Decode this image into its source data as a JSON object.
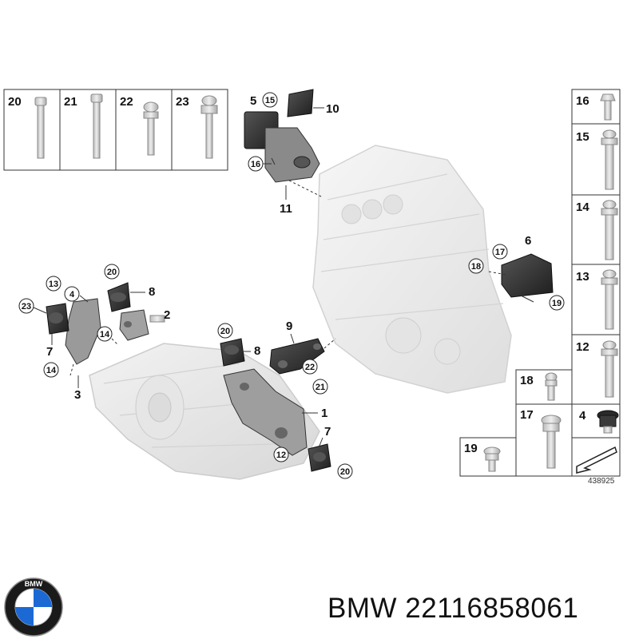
{
  "caption": "BMW 22116858061",
  "reference_code": "438925",
  "logo": {
    "letters": "BMW",
    "colors": {
      "blue": "#1c69d4",
      "ring": "#1a1a1a",
      "white": "#ffffff"
    }
  },
  "top_bolt_labels": [
    "20",
    "21",
    "22",
    "23"
  ],
  "right_bolt_labels": [
    "16",
    "15",
    "14",
    "13",
    "12"
  ],
  "bottom_right_labels": [
    "18",
    "4",
    "17",
    "19"
  ],
  "callouts": {
    "p5": "5",
    "p15": "15",
    "p10": "10",
    "p16a": "16",
    "p11": "11",
    "p6": "6",
    "p17": "17",
    "p18": "18",
    "p19": "19",
    "p20a": "20",
    "p8a": "8",
    "p13": "13",
    "p4": "4",
    "p2": "2",
    "p23": "23",
    "p7a": "7",
    "p14a": "14",
    "p14b": "14",
    "p3": "3",
    "p9": "9",
    "p20b": "20",
    "p8b": "8",
    "p22": "22",
    "p21": "21",
    "p1": "1",
    "p12": "12",
    "p7b": "7",
    "p20c": "20"
  }
}
